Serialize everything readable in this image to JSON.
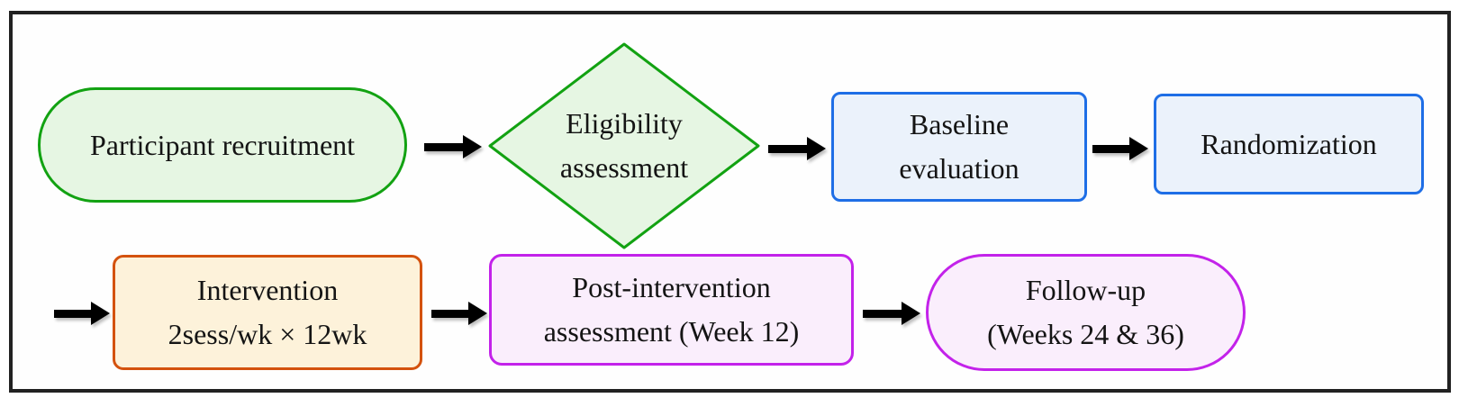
{
  "diagram": {
    "type": "flowchart",
    "description": "Two-row left-to-right study flow diagram inside a black frame",
    "nodes": {
      "recruitment": {
        "label": "Participant recruitment",
        "shape": "stadium",
        "scheme": "green"
      },
      "eligibility": {
        "line1": "Eligibility",
        "line2": "assessment",
        "shape": "diamond",
        "scheme": "green"
      },
      "baseline": {
        "line1": "Baseline",
        "line2": "evaluation",
        "shape": "rectangle",
        "scheme": "blue"
      },
      "randomization": {
        "label": "Randomization",
        "shape": "rectangle",
        "scheme": "blue"
      },
      "intervention": {
        "line1": "Intervention",
        "line2": "2sess/wk × 12wk",
        "shape": "rectangle",
        "scheme": "orange"
      },
      "post_intervention": {
        "line1": "Post-intervention",
        "line2": "assessment (Week 12)",
        "shape": "rectangle",
        "scheme": "magenta"
      },
      "follow_up": {
        "line1": "Follow-up",
        "line2": "(Weeks 24 & 36)",
        "shape": "stadium",
        "scheme": "magenta"
      }
    },
    "flow_order": [
      "Participant recruitment",
      "Eligibility assessment",
      "Baseline evaluation",
      "Randomization",
      "Intervention 2sess/wk × 12wk",
      "Post-intervention assessment (Week 12)",
      "Follow-up (Weeks 24 & 36)"
    ],
    "colors": {
      "green_border": "#12a212",
      "green_fill": "#e6f6e3",
      "blue_border": "#1e6ee6",
      "blue_fill": "#ebf2fb",
      "orange_border": "#d4520e",
      "orange_fill": "#fdf2da",
      "magenta_border": "#c322ea",
      "magenta_fill": "#faeefc",
      "arrow": "#000000",
      "frame": "#212121",
      "text": "#141414"
    }
  }
}
